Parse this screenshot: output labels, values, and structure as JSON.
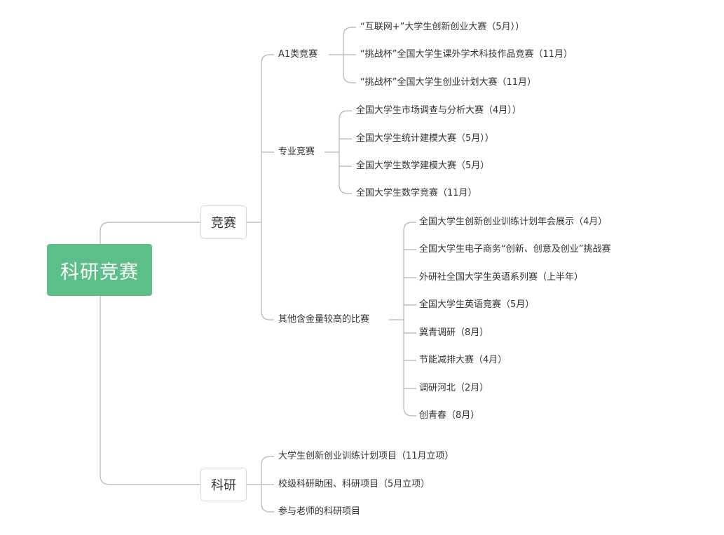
{
  "mindmap": {
    "root": "科研竞赛",
    "branches": [
      {
        "label": "竞赛",
        "groups": [
          {
            "label": "A1类竞赛",
            "items": [
              "“互联网+”大学生创新创业大赛（5月））",
              "“挑战杯”全国大学生课外学术科技作品竞赛（11月）",
              "“挑战杯”全国大学生创业计划大赛（11月）"
            ]
          },
          {
            "label": "专业竞赛",
            "items": [
              "全国大学生市场调查与分析大赛（4月））",
              "全国大学生统计建模大赛（5月））",
              "全国大学生数学建模大赛（5月）",
              "全国大学生数学竞赛（11月）"
            ]
          },
          {
            "label": "其他含金量较高的比赛",
            "items": [
              "全国大学生创新创业训练计划年会展示（4月）",
              "全国大学生电子商务“创新、创意及创业”挑战赛",
              "外研社全国大学生英语系列赛（上半年）",
              "全国大学生英语竞赛（5月）",
              "冀青调研（8月）",
              "节能减排大赛（4月）",
              "调研河北（2月）",
              "创青春（8月）"
            ]
          }
        ]
      },
      {
        "label": "科研",
        "items": [
          "大学生创新创业训练计划项目（11月立项）",
          "校级科研助困、科研项目（5月立项）",
          "参与老师的科研项目"
        ]
      }
    ],
    "colors": {
      "root_fill": "#5cbf87",
      "root_text": "#ffffff",
      "line": "#b4b4b4",
      "text": "#333333",
      "branch_border": "#d8d8d8"
    }
  }
}
